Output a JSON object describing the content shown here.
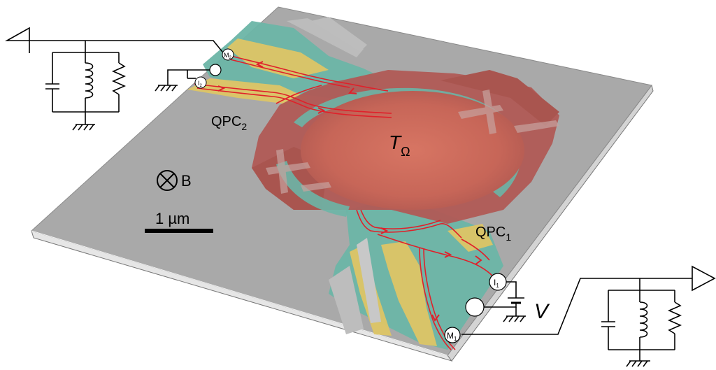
{
  "labels": {
    "t_omega_main": "T",
    "t_omega_sub": "Ω",
    "qpc1_main": "QPC",
    "qpc1_sub": "1",
    "qpc2_main": "QPC",
    "qpc2_sub": "2",
    "field": "B",
    "scale_bar": "1 µm",
    "voltage": "V"
  },
  "contacts": {
    "m1_main": "M",
    "m1_sub": "1",
    "m2_main": "M",
    "m2_sub": "2",
    "i1_main": "I",
    "i1_sub": "1",
    "i2_main": "I",
    "i2_sub": "2"
  },
  "colors": {
    "substrate": "#a9a9a9",
    "gate_teal": "#6bb5a6",
    "gate_yellow": "#ddc565",
    "island_red": "#b85d57",
    "island_core": "#cf6e5c",
    "edge_channel": "#e0202a"
  }
}
